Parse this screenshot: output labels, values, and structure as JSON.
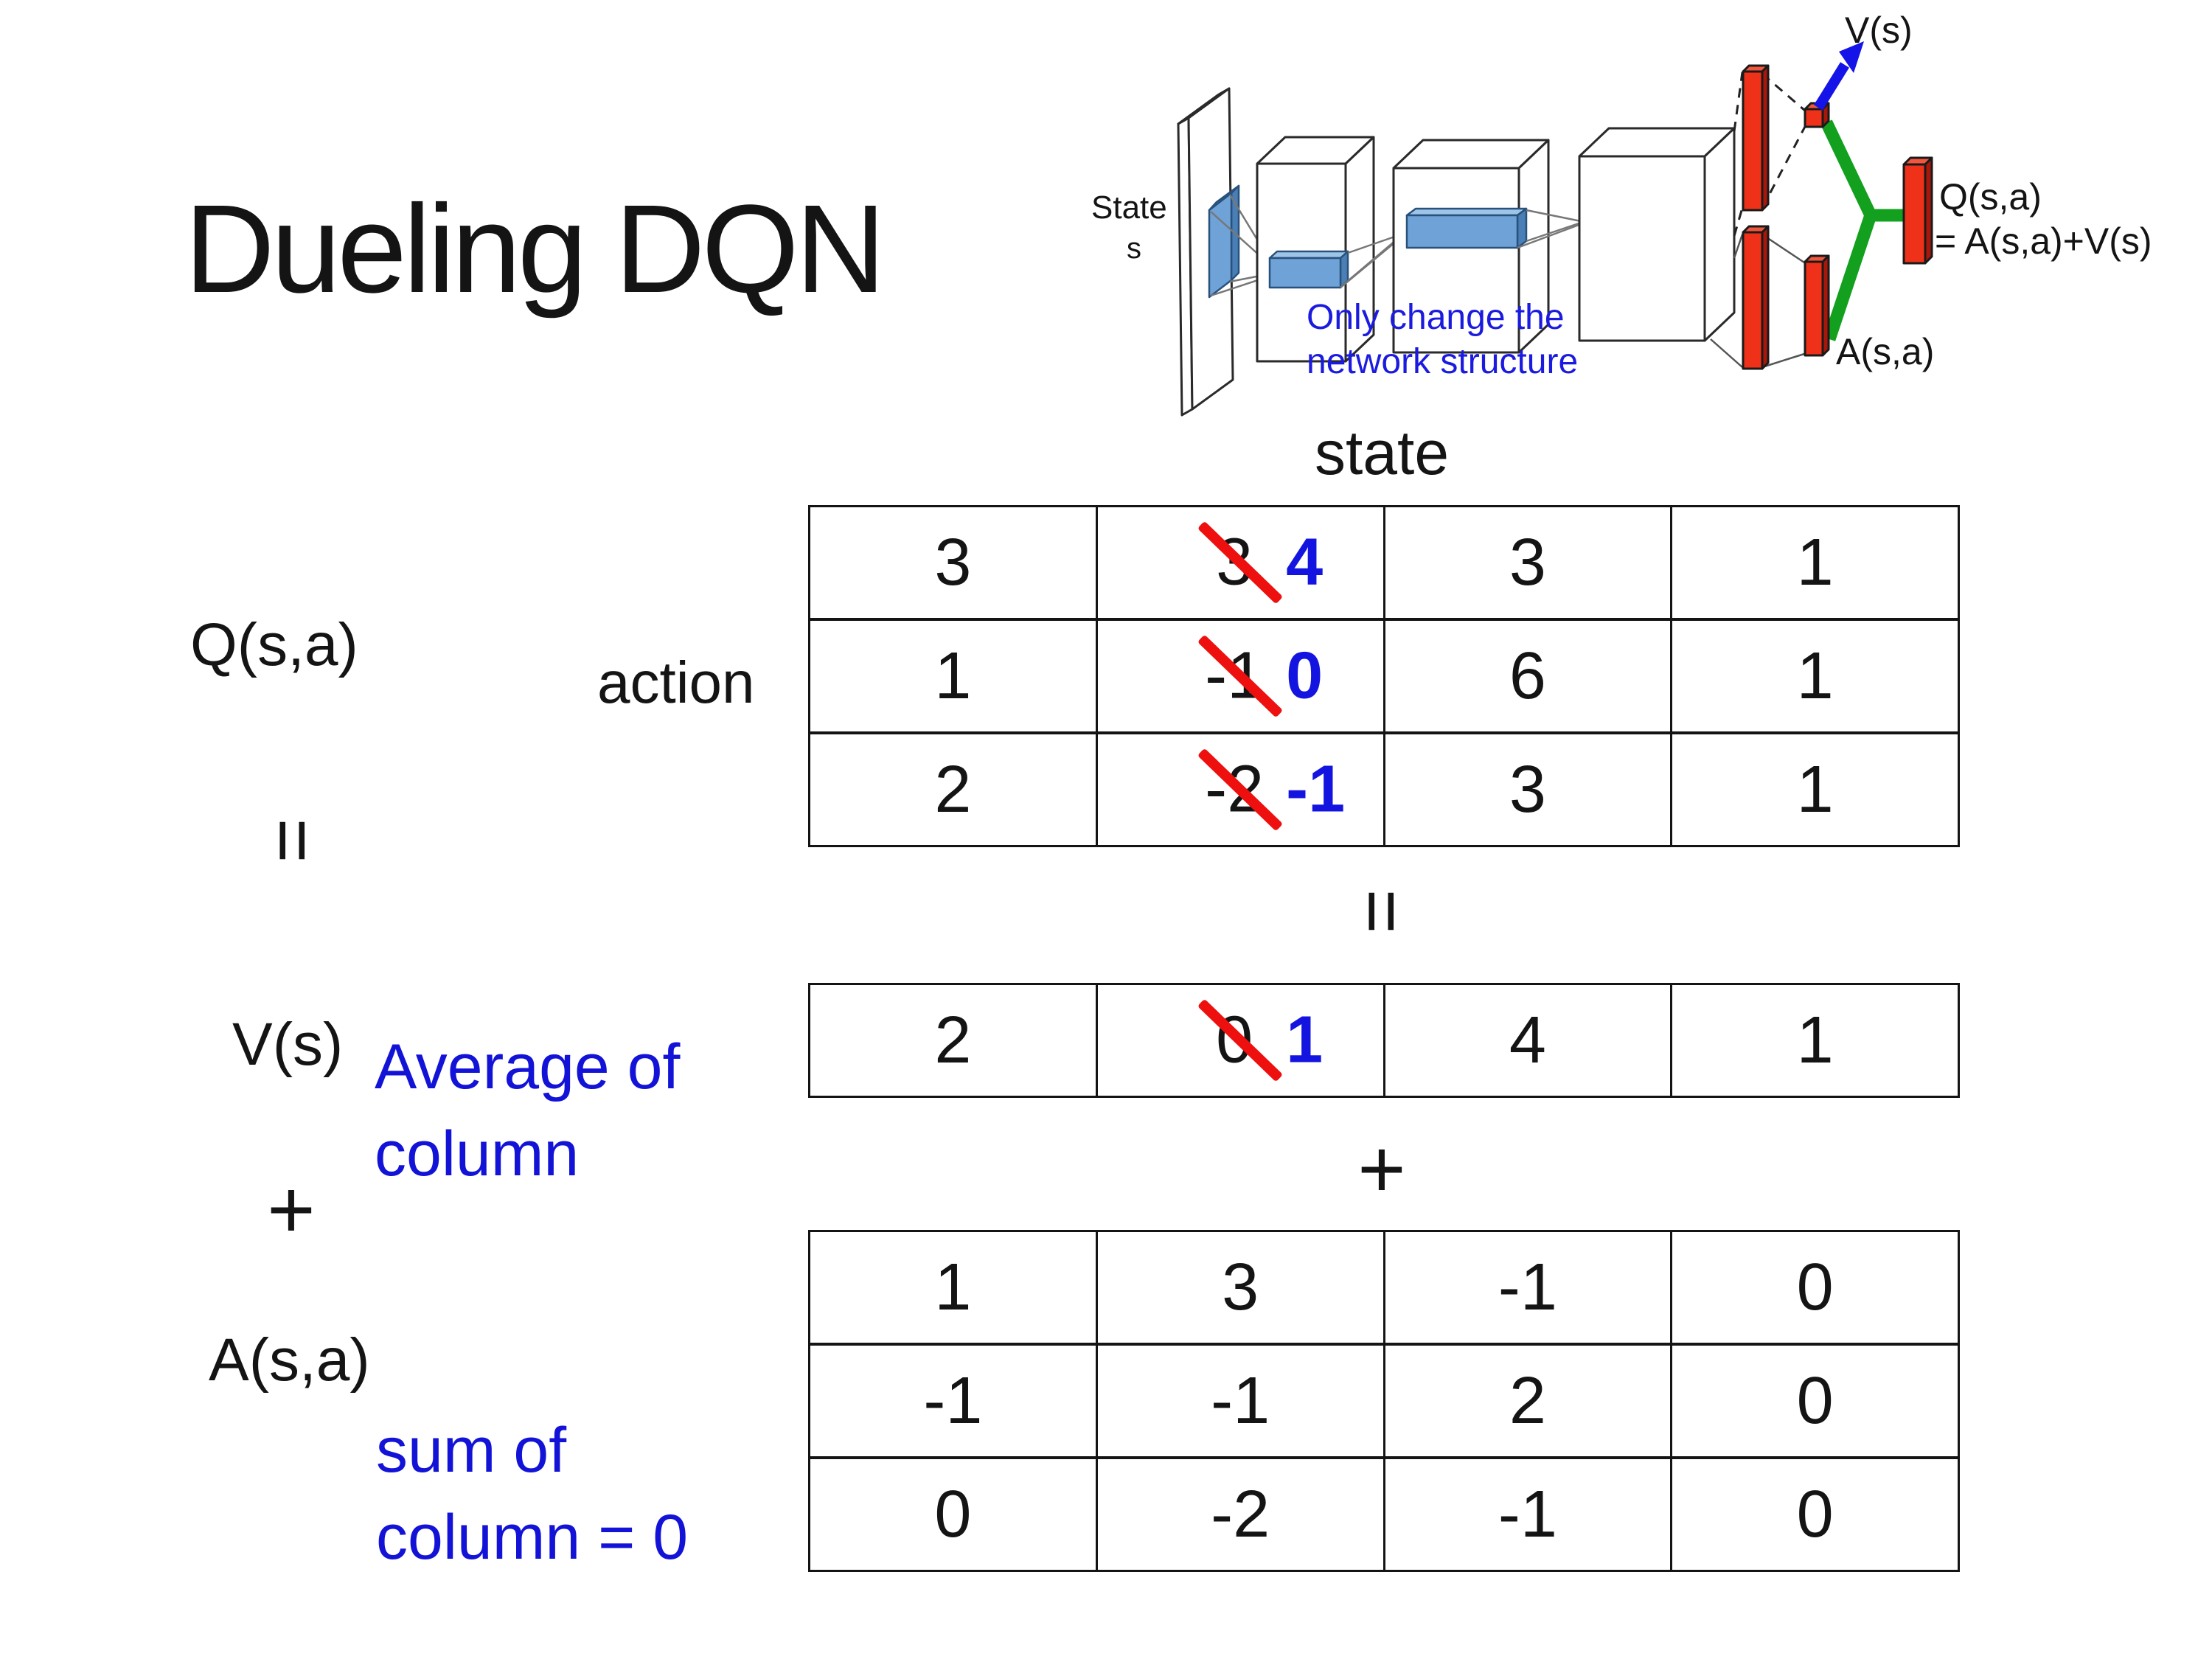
{
  "title": "Dueling DQN",
  "colors": {
    "annotation_blue": "#1313d8",
    "replacement_blue": "#1414e0",
    "strike_red": "#ee0f0f",
    "bar_red": "#ee3118",
    "branch_green": "#12a01e",
    "conv_blue": "#6fa3d8"
  },
  "diagram": {
    "state_line1": "State",
    "state_line2": "s",
    "note_line1": "Only change the",
    "note_line2": "network structure",
    "v_out": "V(s)",
    "q_out": "Q(s,a)",
    "q_out_eq": "= A(s,a)+V(s)",
    "a_out": "A(s,a)"
  },
  "equation": {
    "q_label": "Q(s,a)",
    "equals_left": "=",
    "v_label": "V(s)",
    "plus_left": "+",
    "a_label": "A(s,a)",
    "equals_mid": "=",
    "plus_mid": "+",
    "state_header": "state",
    "action_header": "action",
    "avg_note_line1": "Average of",
    "avg_note_line2": "column",
    "sum_note_line1": "sum of",
    "sum_note_line2": "column = 0"
  },
  "tables": {
    "q": {
      "rows": [
        [
          {
            "text": "3"
          },
          {
            "old": "3",
            "new": "4"
          },
          {
            "text": "3"
          },
          {
            "text": "1"
          }
        ],
        [
          {
            "text": "1"
          },
          {
            "old": "-1",
            "new": "0"
          },
          {
            "text": "6"
          },
          {
            "text": "1"
          }
        ],
        [
          {
            "text": "2"
          },
          {
            "old": "-2",
            "new": "-1"
          },
          {
            "text": "3"
          },
          {
            "text": "1"
          }
        ]
      ]
    },
    "v": {
      "rows": [
        [
          {
            "text": "2"
          },
          {
            "old": "0",
            "new": "1"
          },
          {
            "text": "4"
          },
          {
            "text": "1"
          }
        ]
      ]
    },
    "a": {
      "rows": [
        [
          {
            "text": "1"
          },
          {
            "text": "3"
          },
          {
            "text": "-1"
          },
          {
            "text": "0"
          }
        ],
        [
          {
            "text": "-1"
          },
          {
            "text": "-1"
          },
          {
            "text": "2"
          },
          {
            "text": "0"
          }
        ],
        [
          {
            "text": "0"
          },
          {
            "text": "-2"
          },
          {
            "text": "-1"
          },
          {
            "text": "0"
          }
        ]
      ]
    }
  }
}
